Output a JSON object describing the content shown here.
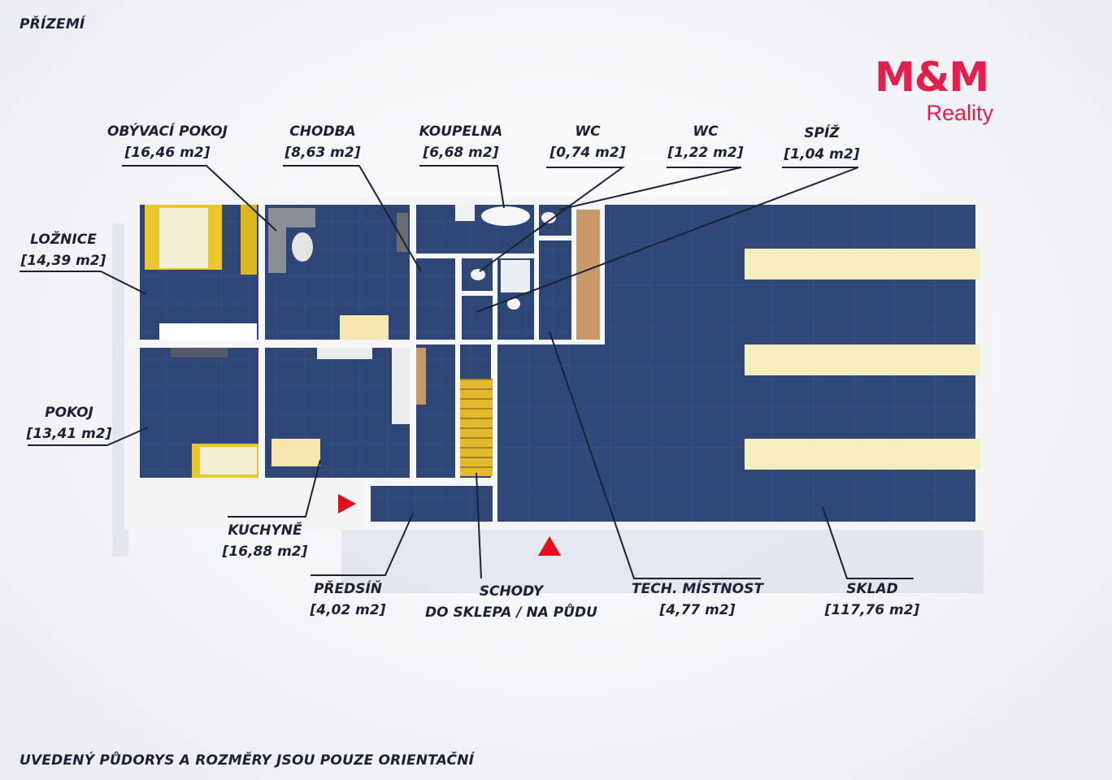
{
  "floor_title": "PŘÍZEMÍ",
  "disclaimer": "UVEDENÝ PŮDORYS A ROZMĚRY JSOU POUZE ORIENTAČNÍ",
  "logo": {
    "mark": "M&M",
    "sub": "Reality",
    "color": "#e51e4c"
  },
  "colors": {
    "floor": "#2e4676",
    "wall": "#f4f4f4",
    "furniture_yellow": "#d9b520",
    "shelf": "#f5efbf",
    "entry_marker": "#e0101f"
  },
  "rooms": {
    "obyvaci_pokoj": {
      "name": "OBÝVACÍ POKOJ",
      "area": "[16,46 m2]"
    },
    "chodba": {
      "name": "CHODBA",
      "area": "[8,63 m2]"
    },
    "koupelna": {
      "name": "KOUPELNA",
      "area": "[6,68 m2]"
    },
    "wc1": {
      "name": "WC",
      "area": "[0,74 m2]"
    },
    "wc2": {
      "name": "WC",
      "area": "[1,22 m2]"
    },
    "spiz": {
      "name": "SPÍŽ",
      "area": "[1,04 m2]"
    },
    "loznice": {
      "name": "LOŽNICE",
      "area": "[14,39 m2]"
    },
    "pokoj": {
      "name": "POKOJ",
      "area": "[13,41 m2]"
    },
    "kuchyne": {
      "name": "KUCHYNĚ",
      "area": "[16,88 m2]"
    },
    "predsin": {
      "name": "PŘEDSÍŇ",
      "area": "[4,02 m2]"
    },
    "schody": {
      "name": "SCHODY",
      "area": "DO SKLEPA / NA PŮDU"
    },
    "tech": {
      "name": "TECH. MÍSTNOST",
      "area": "[4,77 m2]"
    },
    "sklad": {
      "name": "SKLAD",
      "area": "[117,76 m2]"
    }
  }
}
